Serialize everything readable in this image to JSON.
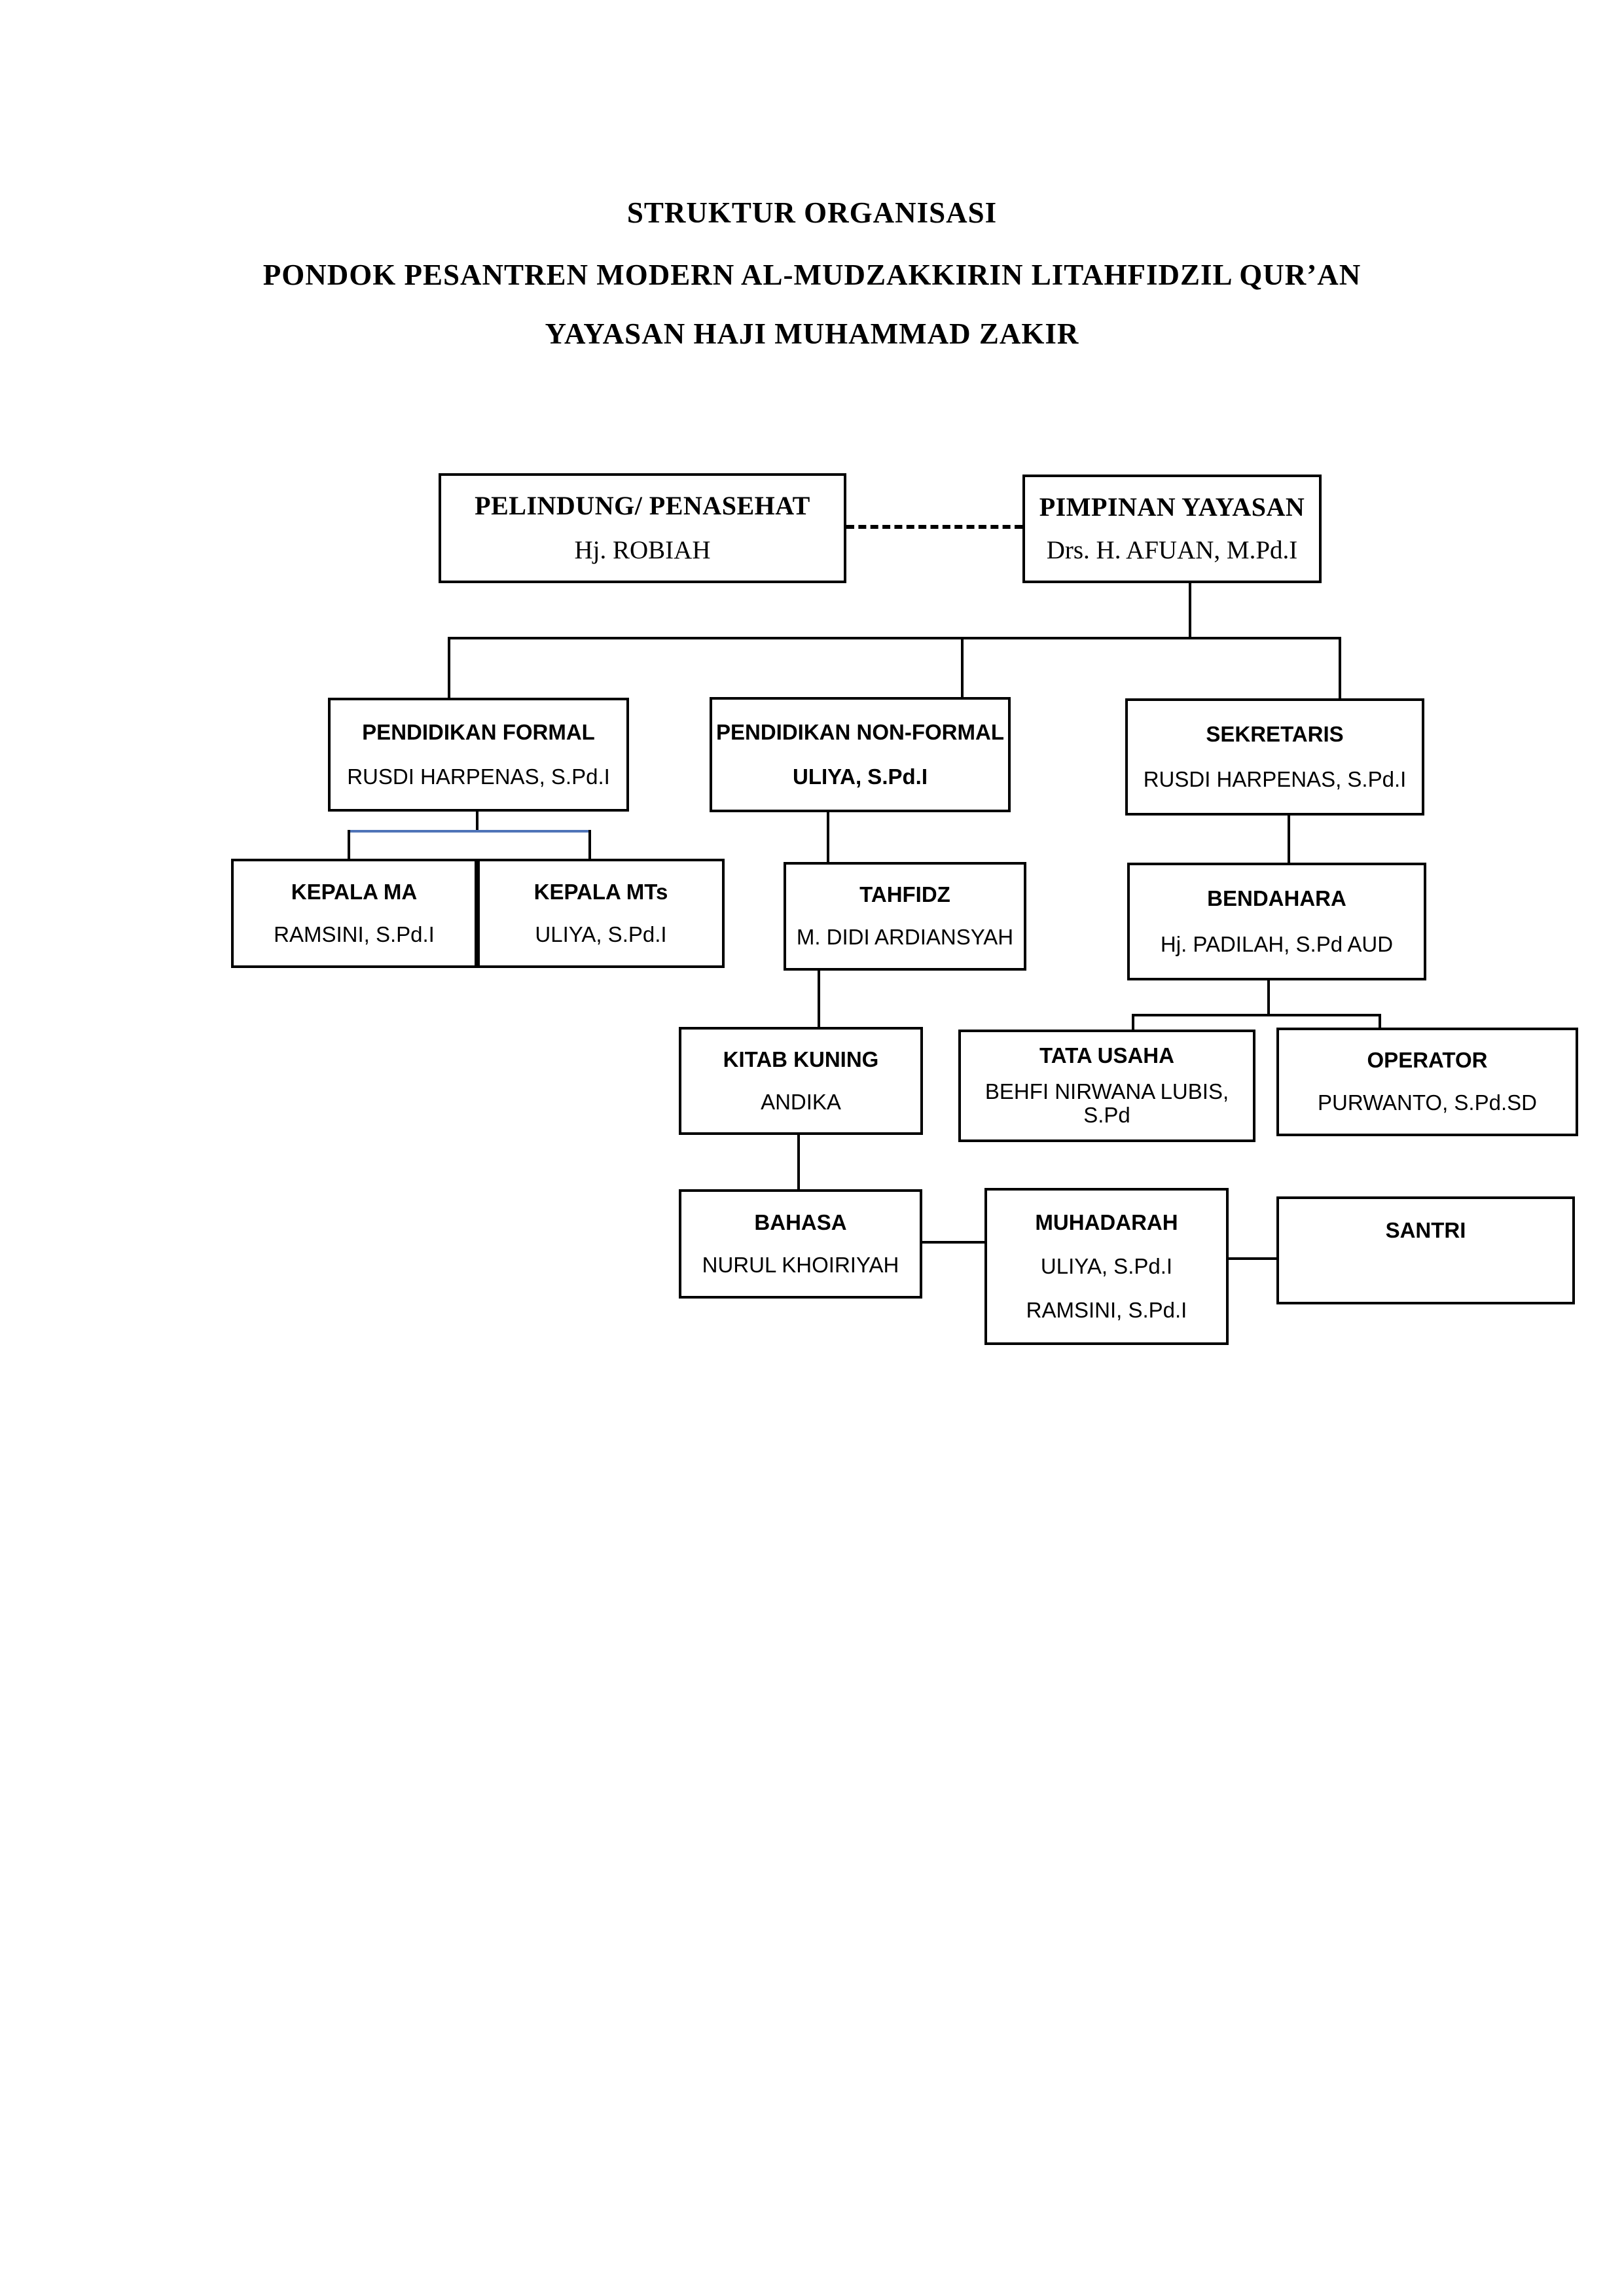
{
  "title": {
    "line1": "STRUKTUR ORGANISASI",
    "line2": "PONDOK PESANTREN MODERN AL-MUDZAKKIRIN LITAHFIDZIL QUR’AN",
    "line3": "YAYASAN HAJI MUHAMMAD ZAKIR"
  },
  "nodes": {
    "pelindung": {
      "title": "PELINDUNG/ PENASEHAT",
      "name": "Hj. ROBIAH"
    },
    "pimpinan": {
      "title": "PIMPINAN YAYASAN",
      "name": "Drs. H. AFUAN, M.Pd.I"
    },
    "pendidikan_formal": {
      "title": "PENDIDIKAN FORMAL",
      "name": "RUSDI HARPENAS, S.Pd.I"
    },
    "pendidikan_nonformal": {
      "title": "PENDIDIKAN NON-FORMAL",
      "name": "ULIYA, S.Pd.I"
    },
    "sekretaris": {
      "title": "SEKRETARIS",
      "name": "RUSDI HARPENAS, S.Pd.I"
    },
    "kepala_ma": {
      "title": "KEPALA MA",
      "name": "RAMSINI, S.Pd.I"
    },
    "kepala_mts": {
      "title": "KEPALA MTs",
      "name": "ULIYA, S.Pd.I"
    },
    "tahfidz": {
      "title": "TAHFIDZ",
      "name": "M. DIDI ARDIANSYAH"
    },
    "bendahara": {
      "title": "BENDAHARA",
      "name": "Hj. PADILAH, S.Pd AUD"
    },
    "kitab_kuning": {
      "title": "KITAB KUNING",
      "name": "ANDIKA"
    },
    "tata_usaha": {
      "title": "TATA USAHA",
      "name": "BEHFI NIRWANA LUBIS, S.Pd"
    },
    "operator": {
      "title": "OPERATOR",
      "name": "PURWANTO, S.Pd.SD"
    },
    "bahasa": {
      "title": "BAHASA",
      "name": "NURUL KHOIRIYAH"
    },
    "muhadarah": {
      "title": "MUHADARAH",
      "name": "ULIYA, S.Pd.I",
      "name2": "RAMSINI, S.Pd.I"
    },
    "santri": {
      "title": "SANTRI"
    }
  },
  "colors": {
    "background": "#ffffff",
    "line": "#000000",
    "branch_line": "#4f74b8"
  }
}
